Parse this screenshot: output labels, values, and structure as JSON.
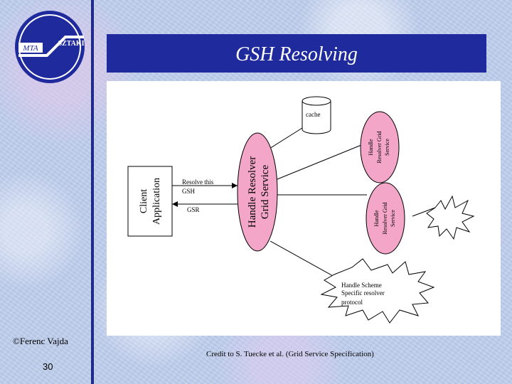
{
  "slide": {
    "title": "GSH Resolving",
    "author": "©Ferenc Vajda",
    "page_number": "30",
    "credit": "Credit to S. Tuecke et al. (Grid Service Specification)"
  },
  "logo": {
    "left_text": "MTA",
    "right_text": "SZTAKI"
  },
  "diagram": {
    "client_label_1": "Client",
    "client_label_2": "Application",
    "resolver_label_1": "Handle Resolver",
    "resolver_label_2": "Grid Service",
    "cache_label": "cache",
    "msg_resolve": "Resolve this",
    "msg_gsh": "GSH",
    "msg_gsr": "GSR",
    "hrgs_upper_1": "Handle",
    "hrgs_upper_2": "Resolver Grid",
    "hrgs_upper_3": "Service",
    "hrgs_lower_1": "Handle",
    "hrgs_lower_2": "Resolver Grid",
    "hrgs_lower_3": "Service",
    "scheme_1": "Handle Scheme",
    "scheme_2": "Specific resolver",
    "scheme_3": "protocol"
  },
  "colors": {
    "title_bar": "#1f2a9c",
    "vertical_line": "#1f2a8a",
    "resolver_fill": "#f4a6c8"
  }
}
